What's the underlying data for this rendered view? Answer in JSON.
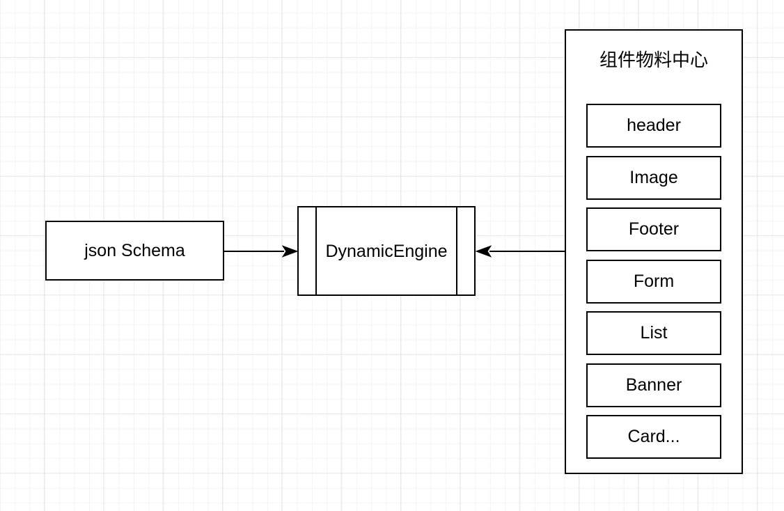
{
  "diagram": {
    "nodes": {
      "json_schema": {
        "label": "json Schema"
      },
      "dynamic_engine": {
        "label": "DynamicEngine",
        "shape": "process"
      },
      "material_center": {
        "title": "组件物料中心",
        "items": [
          {
            "label": "header"
          },
          {
            "label": "Image"
          },
          {
            "label": "Footer"
          },
          {
            "label": "Form"
          },
          {
            "label": "List"
          },
          {
            "label": "Banner"
          },
          {
            "label": "Card..."
          }
        ]
      }
    },
    "edges": [
      {
        "name": "json-schema-to-dynamic-engine",
        "from": "json_schema",
        "to": "dynamic_engine",
        "arrow": "right"
      },
      {
        "name": "material-center-to-dynamic-engine",
        "from": "material_center",
        "to": "dynamic_engine",
        "arrow": "left"
      }
    ],
    "colors": {
      "stroke": "#000000",
      "fill": "#ffffff",
      "background": "#ffffff",
      "grid_minor": "#f4f4f4",
      "grid_major": "#e8e8e8"
    }
  }
}
